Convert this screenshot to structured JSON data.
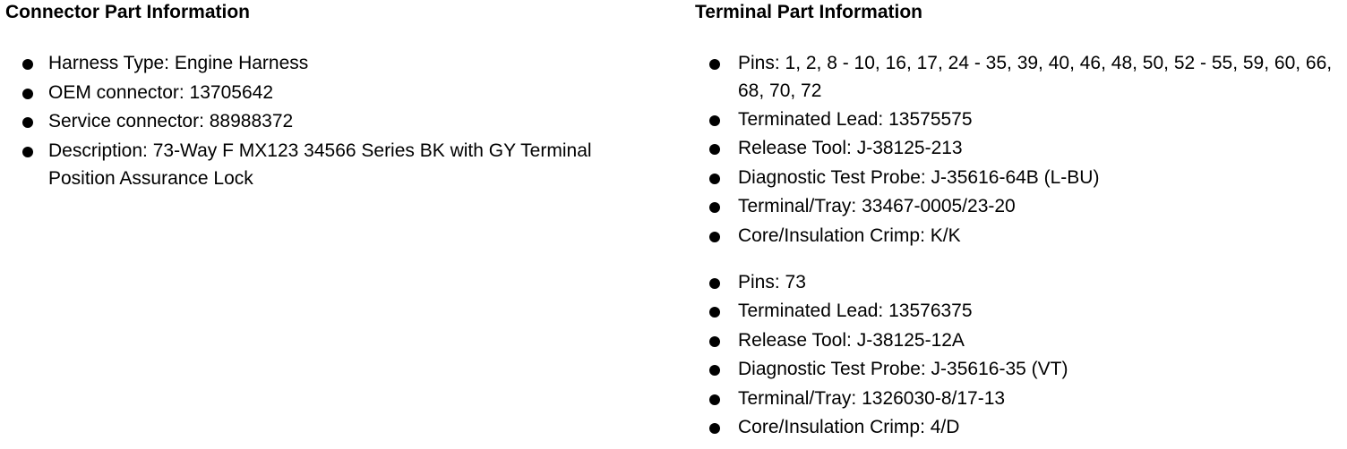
{
  "connector": {
    "heading": "Connector Part Information",
    "items": [
      "Harness Type: Engine Harness",
      "OEM connector: 13705642",
      "Service connector: 88988372",
      "Description: 73-Way F MX123 34566 Series BK with GY Terminal Position Assurance Lock"
    ]
  },
  "terminal": {
    "heading": "Terminal Part Information",
    "group1": [
      "Pins: 1, 2, 8 - 10, 16, 17, 24 - 35, 39, 40, 46, 48, 50, 52 - 55, 59, 60, 66, 68, 70, 72",
      "Terminated Lead: 13575575",
      "Release Tool: J-38125-213",
      "Diagnostic Test Probe: J-35616-64B (L-BU)",
      "Terminal/Tray: 33467-0005/23-20",
      "Core/Insulation Crimp: K/K"
    ],
    "group2": [
      "Pins: 73",
      "Terminated Lead: 13576375",
      "Release Tool: J-38125-12A",
      "Diagnostic Test Probe: J-35616-35 (VT)",
      "Terminal/Tray: 1326030-8/17-13",
      "Core/Insulation Crimp: 4/D"
    ]
  }
}
